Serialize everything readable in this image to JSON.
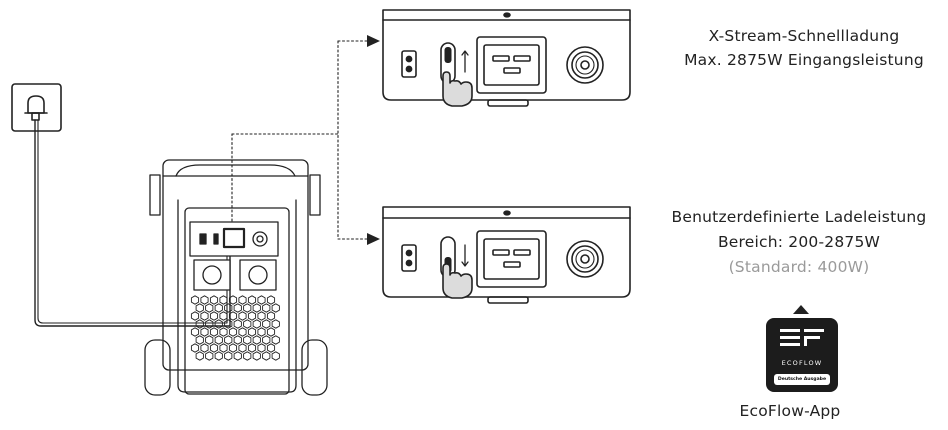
{
  "labels": {
    "xstream_title": "X-Stream-Schnellladung",
    "xstream_max": "Max. 2875W Eingangsleistung",
    "custom_title": "Benutzerdefinierte Ladeleistung",
    "custom_range": "Bereich: 200-2875W",
    "custom_default": "(Standard: 400W)",
    "app_name": "EcoFlow-App"
  },
  "app_icon": {
    "wordmark": "ECOFLOW",
    "badge": "Deutsche Ausgabe",
    "background": "#1c1c1c"
  },
  "colors": {
    "line": "#222222",
    "panel_fill": "#ffffff",
    "muted_text": "#9a9a9a",
    "finger_fill": "#dcdcdc"
  },
  "icons": [
    "wall-outlet-icon",
    "power-station-icon",
    "ac-input-panel-icon",
    "switch-up-icon",
    "switch-down-icon",
    "pointing-hand-icon",
    "ecoflow-app-icon"
  ]
}
